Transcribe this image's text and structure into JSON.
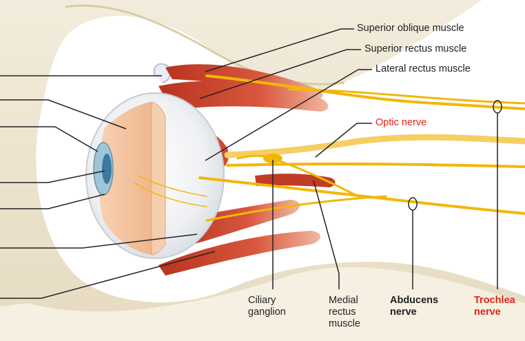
{
  "labels": {
    "superior_oblique": "Superior oblique muscle",
    "superior_rectus": "Superior rectus muscle",
    "lateral_rectus": "Lateral rectus muscle",
    "optic_nerve": "Optic nerve",
    "ciliary_ganglion": "Ciliary\nganglion",
    "medial_rectus": "Medial\nrectus\nmuscle",
    "abducens_nerve": "Abducens\nnerve",
    "trochlear_nerve": "Trochlea\nnerve"
  },
  "colors": {
    "highlight_label": "#e3201b",
    "nerve": "#f2b705",
    "muscle": "#c9432e",
    "bone": "#efe6d2",
    "eyeball": "#f5c9a8"
  }
}
